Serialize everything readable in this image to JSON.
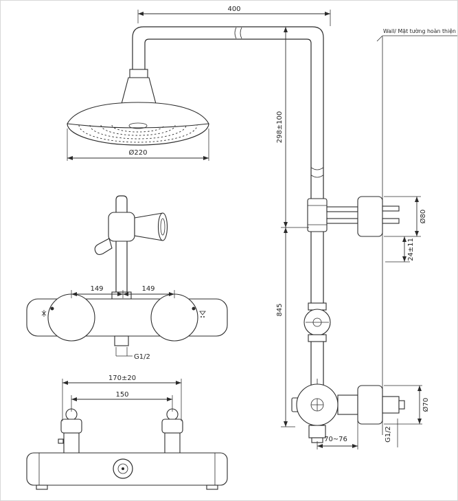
{
  "drawing": {
    "wall_note": "Wall/ Mặt tường hoàn thiện",
    "dimensions": {
      "arm_length": "400",
      "riser_upper": "298±100",
      "riser_lower": "845",
      "head_diameter": "Ø220",
      "bracket_plate_diameter": "Ø80",
      "bracket_offset": "24±11",
      "valve_plate_diameter": "Ø70",
      "spread_left": "149",
      "spread_right": "149",
      "outlet_thread": "G1/2",
      "overall_spread": "170±20",
      "supply_centers": "150",
      "valve_depth": "70~76",
      "valve_thread": "G1/2"
    }
  },
  "colors": {
    "line": "#2b2b2b",
    "background": "#ffffff"
  }
}
